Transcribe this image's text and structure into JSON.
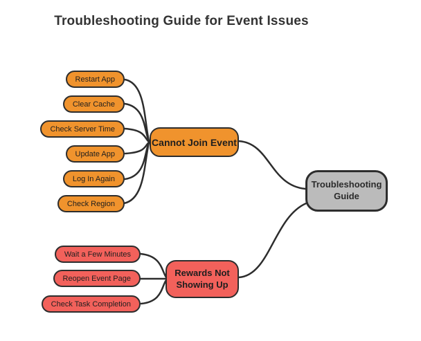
{
  "title": "Troubleshooting Guide for Event Issues",
  "colors": {
    "background": "#FFFFFF",
    "branch_cannot_join": "#F0932D",
    "branch_rewards": "#F2615B",
    "root_fill": "#BBBBBB",
    "stroke_and_lines": "#2D2D2D",
    "title_text": "#333333",
    "node_text": "#1E1E1E"
  },
  "mindmap": {
    "root": {
      "label": "Troubleshooting Guide"
    },
    "branches": [
      {
        "label": "Cannot Join Event",
        "children": [
          {
            "label": "Restart App"
          },
          {
            "label": "Clear Cache"
          },
          {
            "label": "Check Server Time"
          },
          {
            "label": "Update App"
          },
          {
            "label": "Log In Again"
          },
          {
            "label": "Check Region"
          }
        ]
      },
      {
        "label": "Rewards Not Showing Up",
        "children": [
          {
            "label": "Wait a Few Minutes"
          },
          {
            "label": "Reopen Event Page"
          },
          {
            "label": "Check Task Completion"
          }
        ]
      }
    ]
  }
}
